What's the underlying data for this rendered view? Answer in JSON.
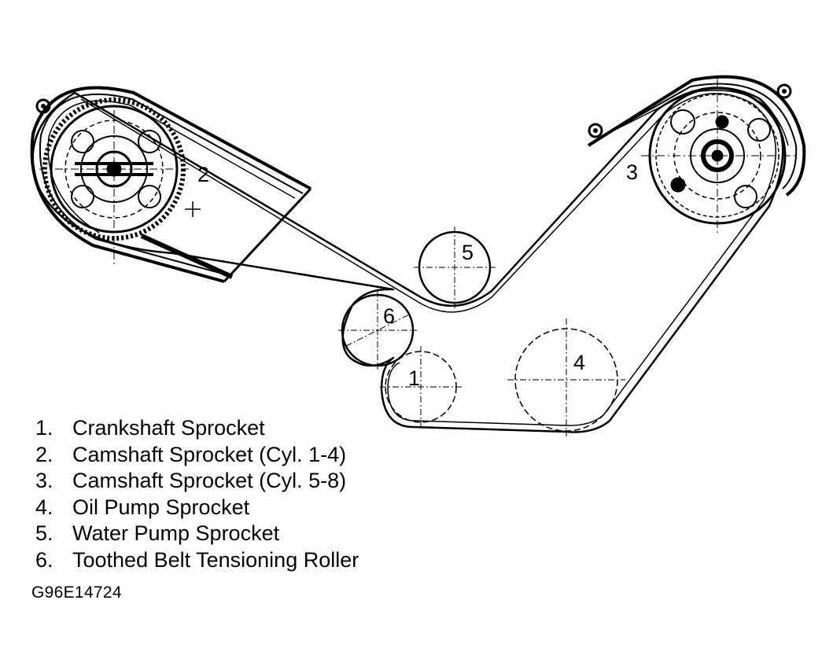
{
  "sprocket_labels": [
    "1",
    "2",
    "3",
    "4",
    "5",
    "6"
  ],
  "legend": [
    {
      "number": "1.",
      "text": "Crankshaft Sprocket"
    },
    {
      "number": "2.",
      "text": "Camshaft Sprocket (Cyl. 1-4)"
    },
    {
      "number": "3.",
      "text": "Camshaft Sprocket (Cyl. 5-8)"
    },
    {
      "number": "4.",
      "text": "Oil Pump Sprocket"
    },
    {
      "number": "5.",
      "text": "Water Pump Sprocket"
    },
    {
      "number": "6.",
      "text": "Toothed Belt Tensioning Roller"
    }
  ],
  "figure_code": "G96E14724"
}
